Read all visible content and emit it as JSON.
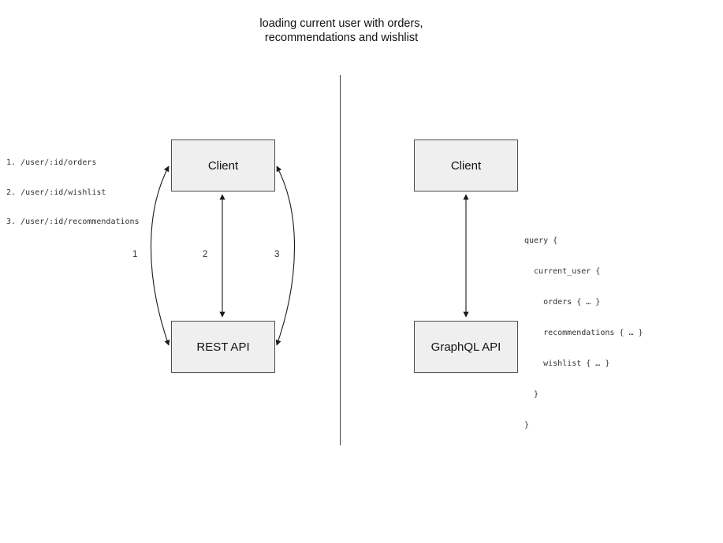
{
  "title": {
    "line1": "loading current user with orders,",
    "line2": "recommendations and wishlist"
  },
  "left": {
    "endpoints": [
      "1. /user/:id/orders",
      "2. /user/:id/wishlist",
      "3. /user/:id/recommendations"
    ],
    "client_label": "Client",
    "api_label": "REST API",
    "arrow_labels": [
      "1",
      "2",
      "3"
    ]
  },
  "right": {
    "client_label": "Client",
    "api_label": "GraphQL API",
    "query_lines": [
      "query {",
      "  current_user {",
      "    orders { … }",
      "    recommendations { … }",
      "    wishlist { … }",
      "  }",
      "}"
    ]
  },
  "colors": {
    "box_fill": "#efefef",
    "box_border": "#4d4d4d",
    "line": "#1a1a1a"
  }
}
